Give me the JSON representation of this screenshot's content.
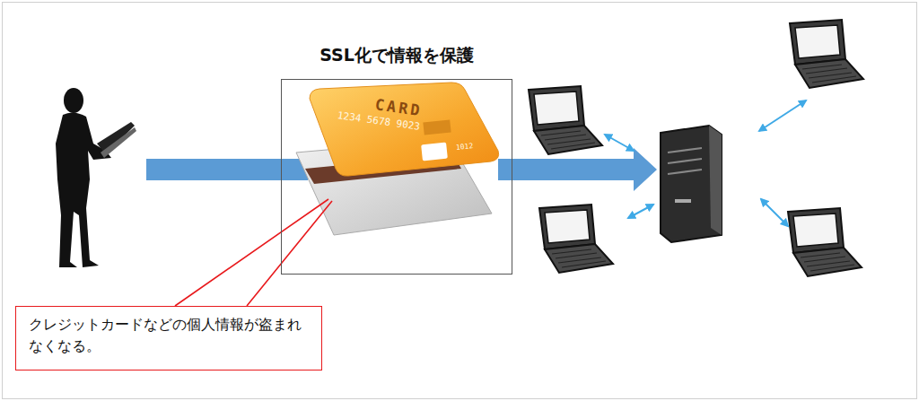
{
  "diagram": {
    "nodes": [
      {
        "text": [
          "SSL化で情報を保護"
        ]
      },
      {
        "text": [
          "クレジットカードなどの個人情報が盗まれなくなる。"
        ]
      }
    ],
    "labels": [
      "CARD",
      "1234 5678 9023",
      "1012"
    ]
  }
}
